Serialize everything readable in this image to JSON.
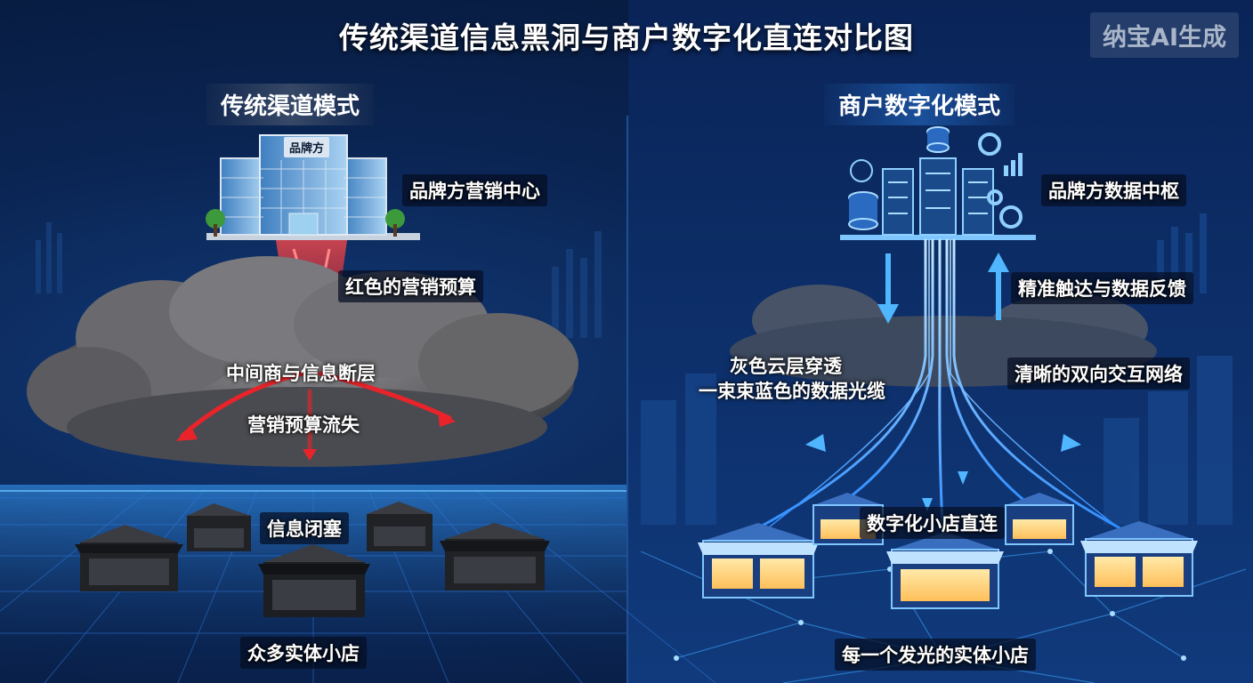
{
  "title": "传统渠道信息黑洞与商户数字化直连对比图",
  "watermark": "纳宝AI生成",
  "left": {
    "heading": "传统渠道模式",
    "building_sign": "品牌方",
    "brand_label": "品牌方营销中心",
    "budget_label": "红色的营销预算",
    "middleman_label": "中间商与信息断层",
    "loss_label": "营销预算流失",
    "closed_label": "信息闭塞",
    "stores_label": "众多实体小店"
  },
  "right": {
    "heading": "商户数字化模式",
    "hub_label": "品牌方数据中枢",
    "feedback_label": "精准触达与数据反馈",
    "penetrate_line1": "灰色云层穿透",
    "penetrate_line2": "一束束蓝色的数据光缆",
    "network_label": "清晰的双向交互网络",
    "direct_label": "数字化小店直连",
    "stores_label": "每一个发光的实体小店"
  },
  "colors": {
    "background": "#0a2452",
    "red_budget": "#e8242a",
    "blue_data": "#4fb6ff",
    "cloud": "#6e6e72",
    "store_dark": "#2a2c30",
    "store_glow": "#ffe9a8"
  },
  "icons": [
    "building-icon",
    "server-icon",
    "gear-icon",
    "database-icon",
    "dollar-icon",
    "bar-chart-icon",
    "store-icon",
    "cloud-icon",
    "arrow-icon"
  ]
}
